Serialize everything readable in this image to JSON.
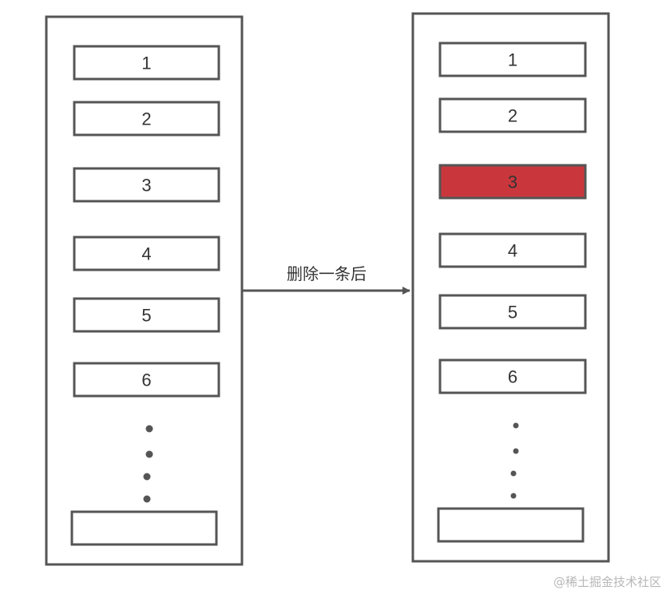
{
  "before": {
    "items": [
      {
        "label": "1"
      },
      {
        "label": "2"
      },
      {
        "label": "3"
      },
      {
        "label": "4"
      },
      {
        "label": "5"
      },
      {
        "label": "6"
      }
    ],
    "last_item": {
      "label": ""
    }
  },
  "after": {
    "items": [
      {
        "label": "1",
        "highlighted": false
      },
      {
        "label": "2",
        "highlighted": false
      },
      {
        "label": "3",
        "highlighted": true
      },
      {
        "label": "4",
        "highlighted": false
      },
      {
        "label": "5",
        "highlighted": false
      },
      {
        "label": "6",
        "highlighted": false
      }
    ],
    "last_item": {
      "label": ""
    }
  },
  "arrow": {
    "label": "删除一条后"
  },
  "watermark": {
    "text": "@稀土掘金技术社区"
  },
  "colors": {
    "border": "#555555",
    "highlight": "#c9373d",
    "text": "#333333",
    "arrow": "#555555",
    "watermark": "#b7b7b7"
  }
}
